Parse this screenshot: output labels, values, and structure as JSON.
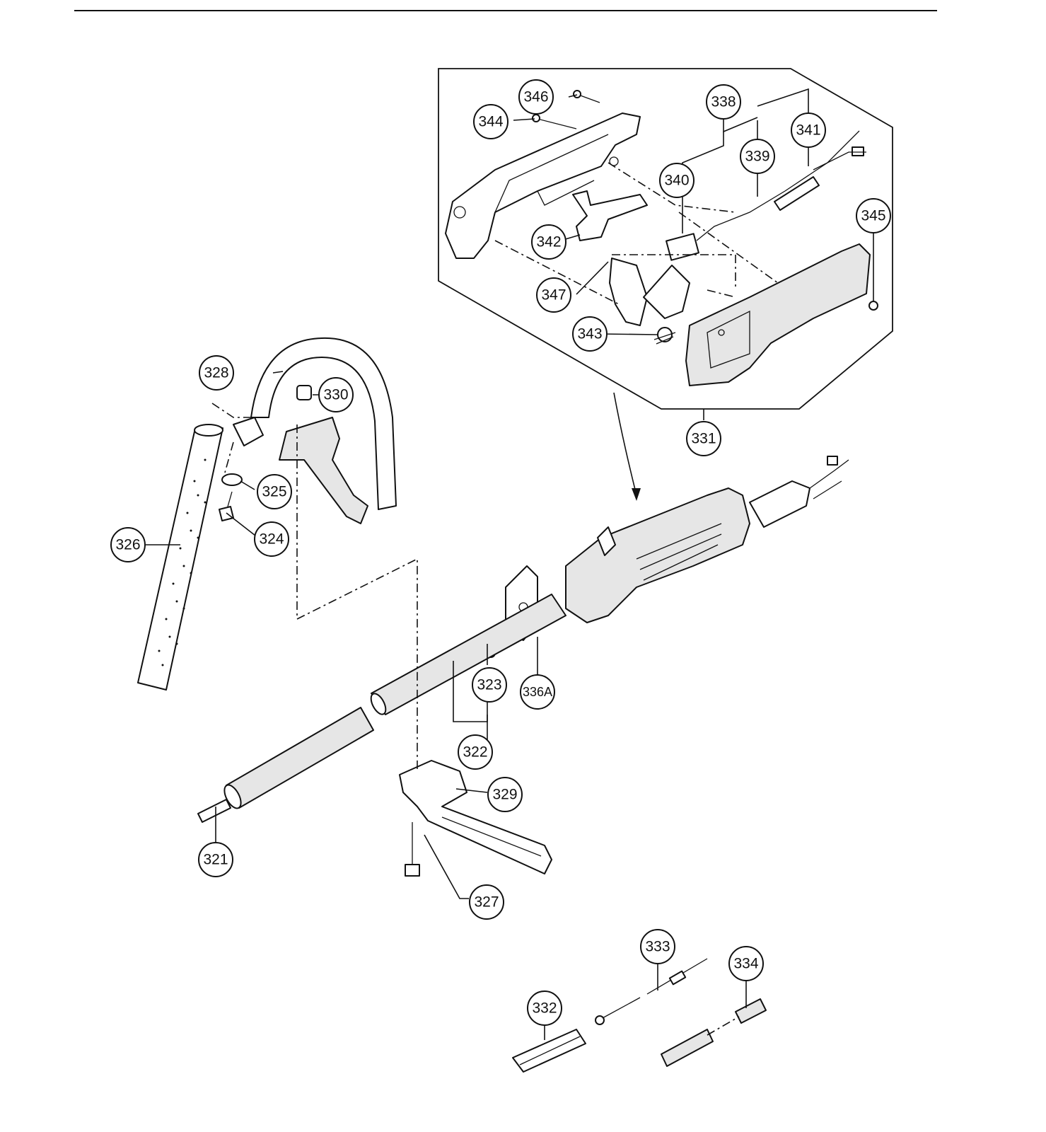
{
  "callouts": {
    "c321": "321",
    "c322": "322",
    "c323": "323",
    "c324": "324",
    "c325": "325",
    "c326": "326",
    "c327": "327",
    "c328": "328",
    "c329": "329",
    "c330": "330",
    "c331": "331",
    "c332": "332",
    "c333": "333",
    "c334": "334",
    "c336a": "336A",
    "c338": "338",
    "c339": "339",
    "c340": "340",
    "c341": "341",
    "c342": "342",
    "c343": "343",
    "c344": "344",
    "c345": "345",
    "c346": "346",
    "c347": "347"
  }
}
